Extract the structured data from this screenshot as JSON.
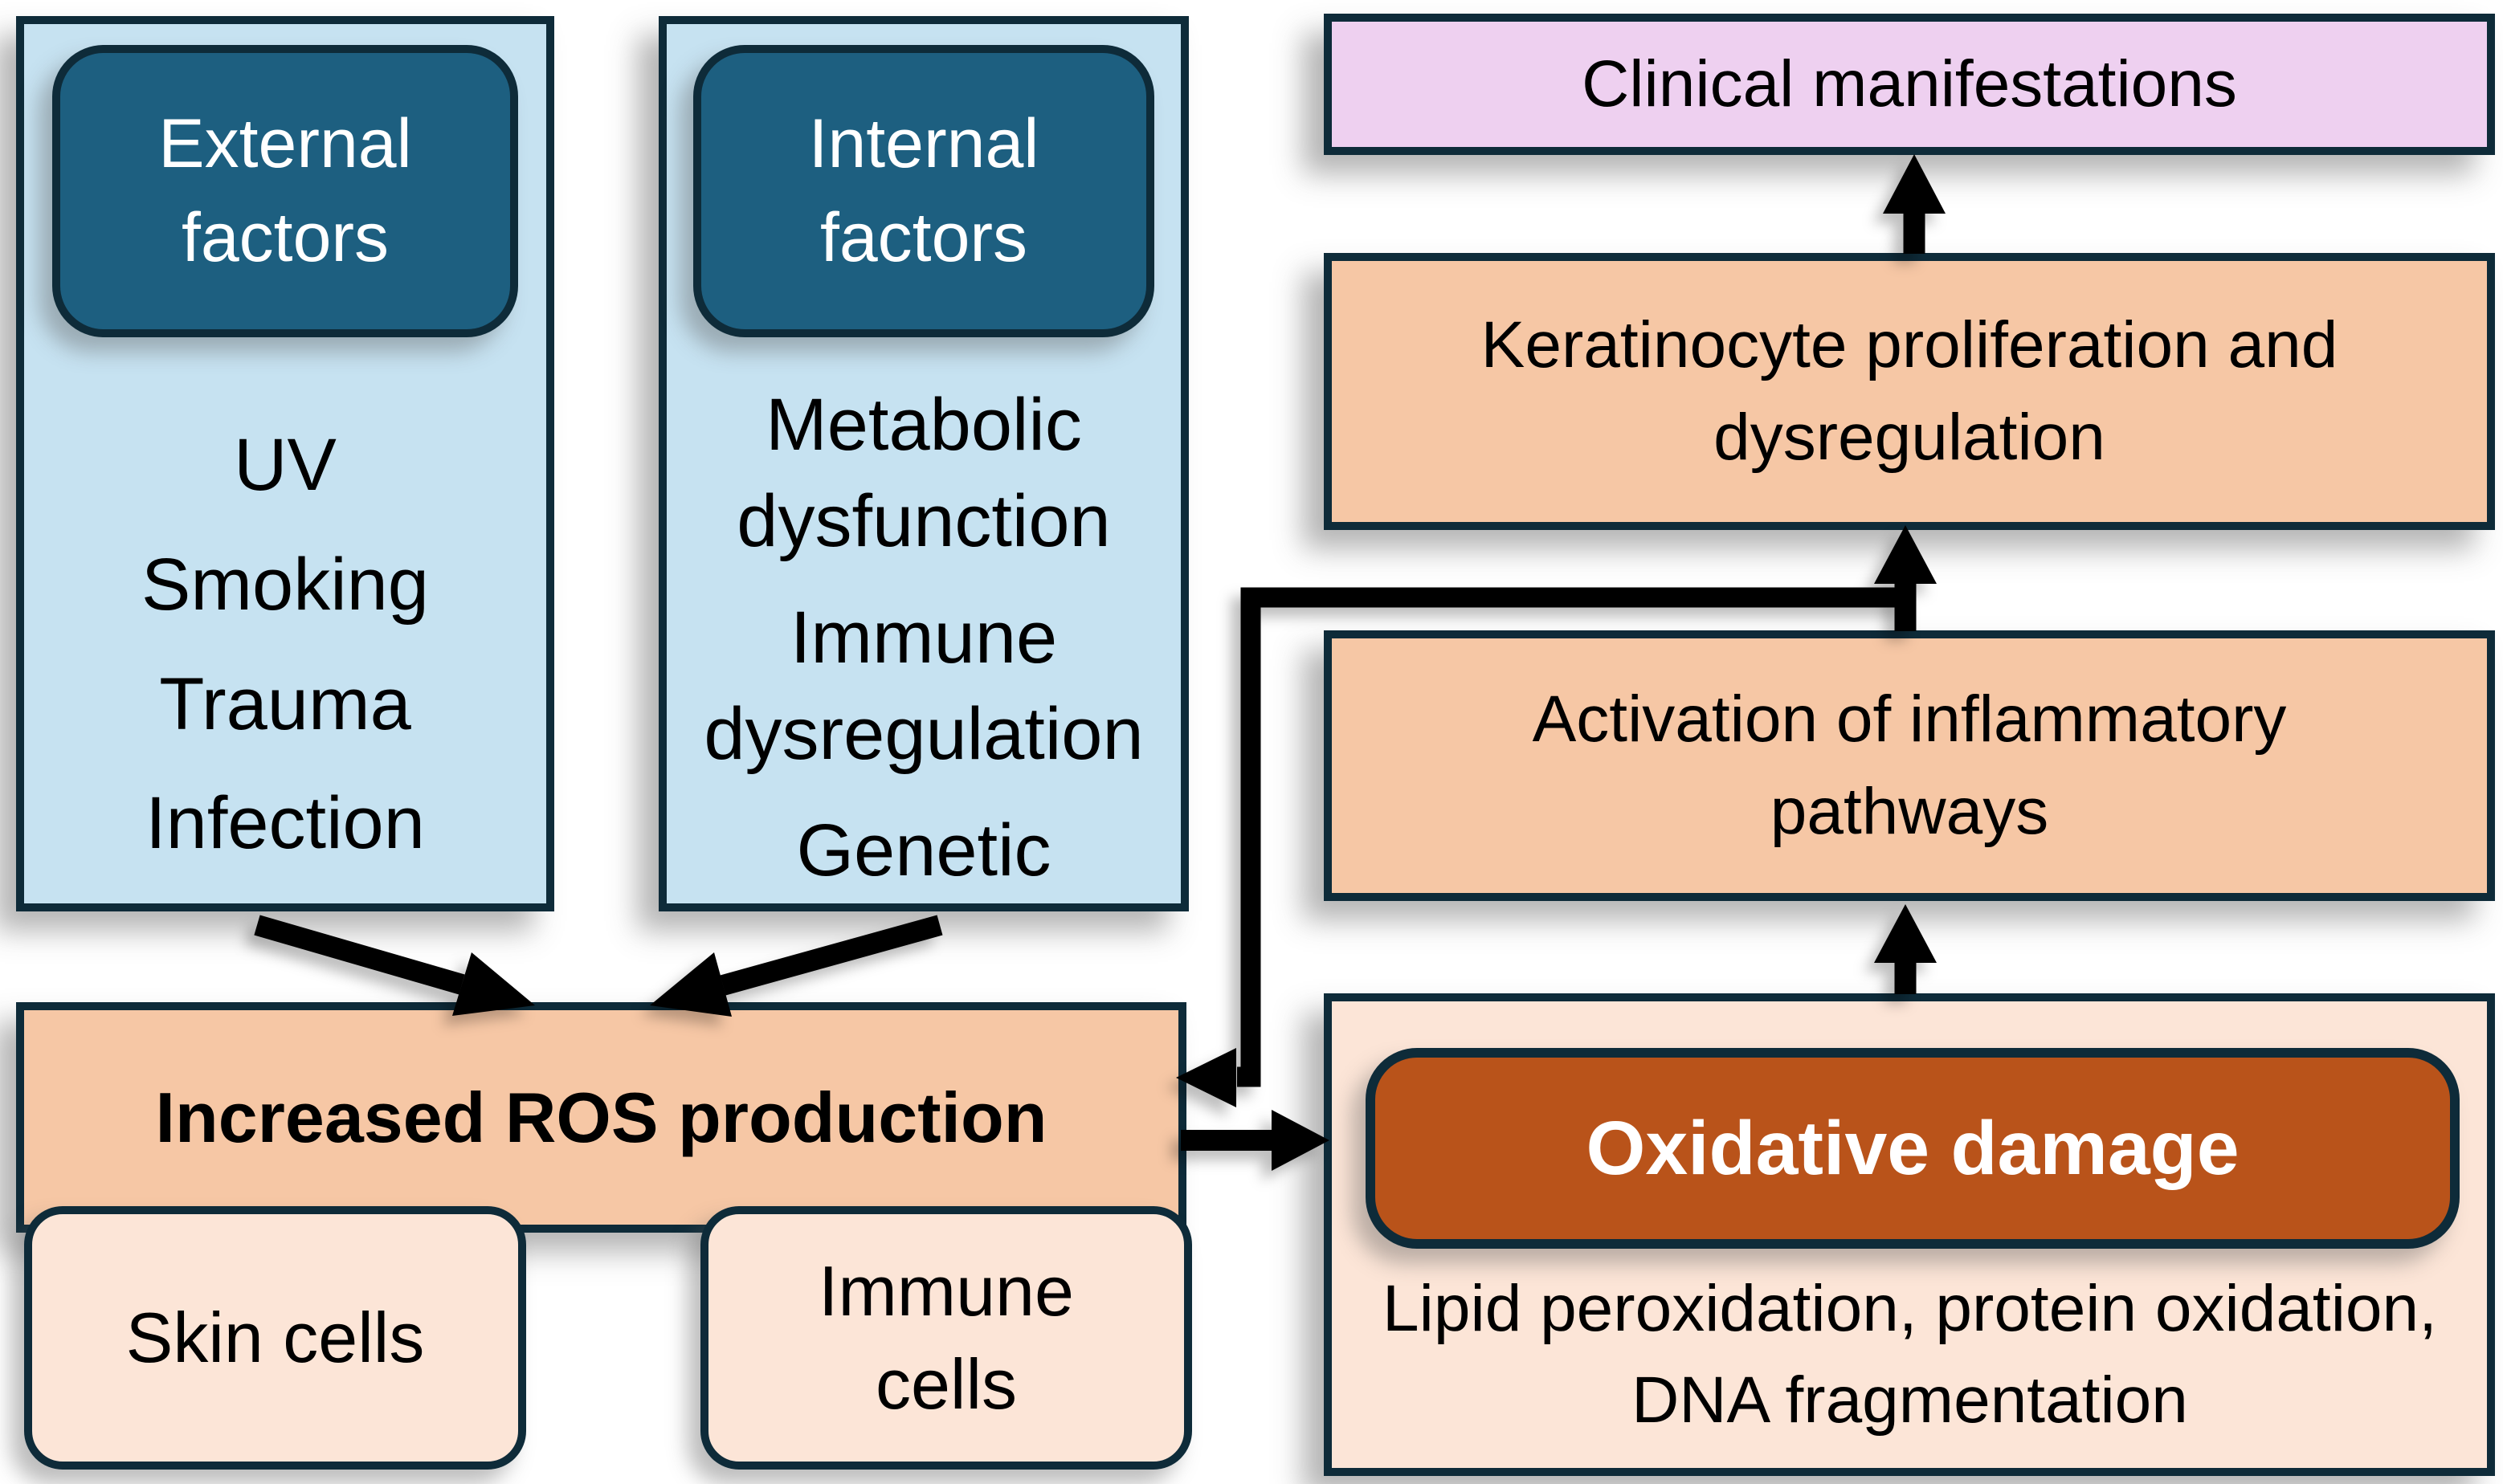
{
  "diagram": {
    "title_implicit": "ROS-mediated oxidative damage pathway",
    "external_factors": {
      "title": "External factors",
      "items": [
        "UV",
        "Smoking",
        "Trauma",
        "Infection"
      ]
    },
    "internal_factors": {
      "title": "Internal factors",
      "items": [
        "Metabolic dysfunction",
        "Immune dysregulation",
        "Genetic"
      ]
    },
    "ros": {
      "title": "Increased ROS production",
      "sources": [
        "Skin cells",
        "Immune cells"
      ]
    },
    "oxidative": {
      "title": "Oxidative damage",
      "detail": "Lipid peroxidation, protein oxidation, DNA fragmentation"
    },
    "inflammation": {
      "title": "Activation of inflammatory pathways"
    },
    "keratinocyte": {
      "title": "Keratinocyte proliferation and dysregulation"
    },
    "clinical": {
      "title": "Clinical manifestations"
    },
    "arrows": [
      {
        "from": "External factors",
        "to": "Increased ROS production"
      },
      {
        "from": "Internal factors",
        "to": "Increased ROS production"
      },
      {
        "from": "Increased ROS production",
        "to": "Oxidative damage"
      },
      {
        "from": "Oxidative damage",
        "to": "Activation of inflammatory pathways"
      },
      {
        "from": "Activation of inflammatory pathways",
        "to": "Keratinocyte proliferation and dysregulation"
      },
      {
        "from": "Activation of inflammatory pathways",
        "to": "Increased ROS production (feedback)"
      },
      {
        "from": "Keratinocyte proliferation and dysregulation",
        "to": "Clinical manifestations"
      }
    ],
    "colors": {
      "light_blue": "#c6e2f1",
      "teal_header": "#1d5f80",
      "salmon": "#f6c7a5",
      "light_peach": "#fce5d7",
      "pink": "#eed0f0",
      "burnt_orange": "#b9531a",
      "border_navy": "#0e2b39",
      "arrow_black": "#000000"
    }
  }
}
